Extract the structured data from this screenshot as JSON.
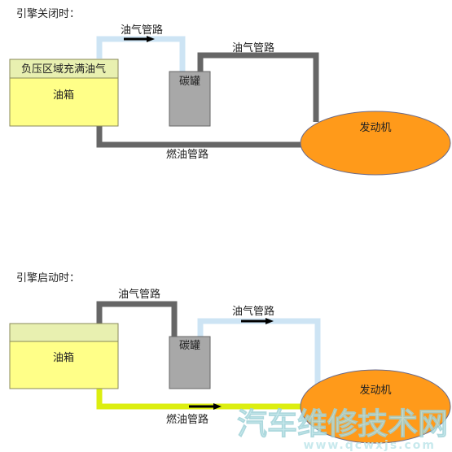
{
  "section1": {
    "heading": "引擎关闭时：",
    "tank_top": "负压区域充满油气",
    "tank_label": "油箱",
    "canister": "碳罐",
    "engine": "发动机",
    "vapor_pipe_1": "油气管路",
    "vapor_pipe_2": "油气管路",
    "fuel_pipe": "燃油管路"
  },
  "section2": {
    "heading": "引擎启动时：",
    "tank_top": "",
    "tank_label": "油箱",
    "canister": "碳罐",
    "engine": "发动机",
    "vapor_pipe_1": "油气管路",
    "vapor_pipe_2": "油气管路",
    "fuel_pipe": "燃油管路"
  },
  "watermark": {
    "cn": "汽车维修技术网",
    "url": "www.qcwxjs.com"
  },
  "colors": {
    "dark_pipe": "#666666",
    "light_pipe": "#cde4f4",
    "fuel_pipe_active": "#dcee10",
    "tank_fill": "#ffff88",
    "tank_top_fill": "#e8f0b0",
    "canister_fill": "#a8a8a8",
    "engine_fill": "#ff9a1a",
    "watermark": "#bfe6ea"
  }
}
